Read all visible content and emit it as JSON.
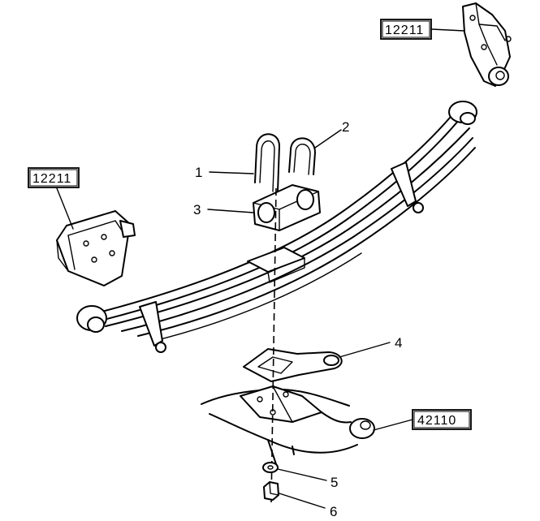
{
  "callouts": {
    "part_1": "1",
    "part_2": "2",
    "part_3": "3",
    "part_4": "4",
    "part_5": "5",
    "part_6": "6"
  },
  "references": {
    "top_bracket": "12211",
    "left_bracket": "12211",
    "axle_housing": "42110"
  }
}
